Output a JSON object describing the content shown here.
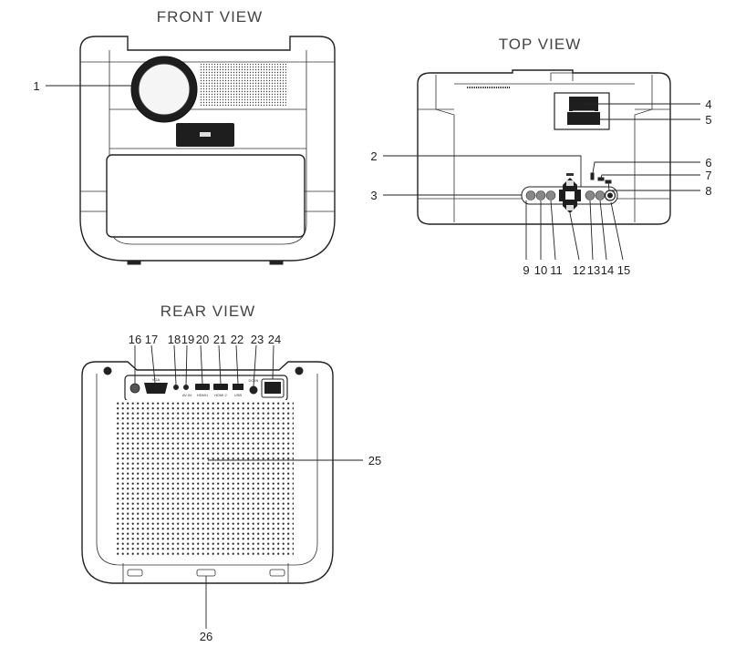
{
  "views": {
    "front": {
      "title": "FRONT VIEW"
    },
    "top": {
      "title": "TOP VIEW"
    },
    "rear": {
      "title": "REAR VIEW"
    }
  },
  "callouts": {
    "front": [
      "1"
    ],
    "top": [
      "2",
      "3",
      "4",
      "5",
      "6",
      "7",
      "8",
      "9",
      "10",
      "11",
      "12",
      "13",
      "14",
      "15"
    ],
    "rear": [
      "16",
      "17",
      "18",
      "19",
      "20",
      "21",
      "22",
      "23",
      "24",
      "25",
      "26"
    ]
  },
  "port_labels": {
    "vga": "VGA",
    "av_in": "AV IN",
    "hdmi1": "HDMI1",
    "hdmi2": "HDMI 2",
    "usb": "USB",
    "dc_in": "DC IN"
  }
}
